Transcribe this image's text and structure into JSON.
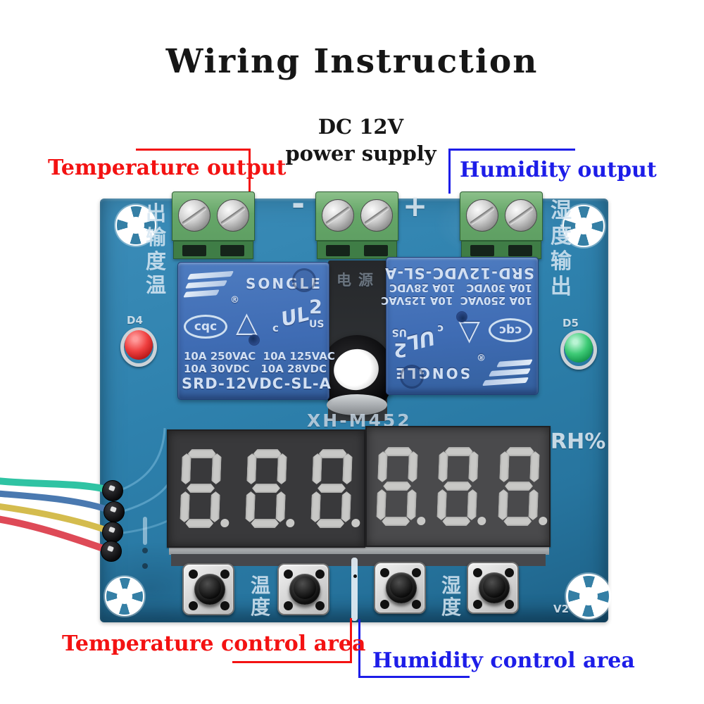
{
  "title": "Wiring Instruction",
  "colors": {
    "annotation_red": "#f31212",
    "annotation_blue": "#1d1de8",
    "annotation_black": "#161616",
    "board_blue": "#2e81ad",
    "relay_blue": "#3f6cb4",
    "terminal_green": "#5f9f63",
    "led_red": "#e22626",
    "led_green": "#27b45f"
  },
  "annotations": {
    "power_supply": {
      "line1": "DC 12V",
      "line2": "power supply"
    },
    "temperature_output": {
      "label": "Temperature output"
    },
    "humidity_output": {
      "label": "Humidity output"
    },
    "temperature_control": {
      "label": "Temperature control area"
    },
    "humidity_control": {
      "label": "Humidity control area"
    }
  },
  "board": {
    "model": "XH-M452",
    "silkscreen": {
      "minus": "-",
      "plus": "+",
      "rh_unit": "RH%",
      "led_left": "D4",
      "led_right": "D5",
      "version": "V2",
      "power_cn": "电源",
      "left_edge_vertical": [
        "出",
        "输",
        "度",
        "温"
      ],
      "right_edge_vertical": [
        "湿",
        "度",
        "输",
        "出"
      ],
      "temp_button_group": [
        "温",
        "度"
      ],
      "hum_button_group": [
        "湿",
        "度"
      ]
    },
    "relay": {
      "brand": "SONGLE",
      "reg_mark": "®",
      "cert_oval": "cqc",
      "cert_triangle": "△",
      "ul_c": "c",
      "ul_letters": "UL",
      "ul_number": "2",
      "ul_us": "US",
      "ratings_line1": "10A 250VAC  10A 125VAC",
      "ratings_line2": "10A 30VDC   10A 28VDC",
      "part_number": "SRD-12VDC-SL-A"
    },
    "displays": {
      "left_digits": 3,
      "right_digits": 3,
      "state": "all segments off"
    },
    "buttons_count": 4,
    "wire_colors": [
      "green",
      "blue",
      "yellow",
      "red"
    ]
  }
}
